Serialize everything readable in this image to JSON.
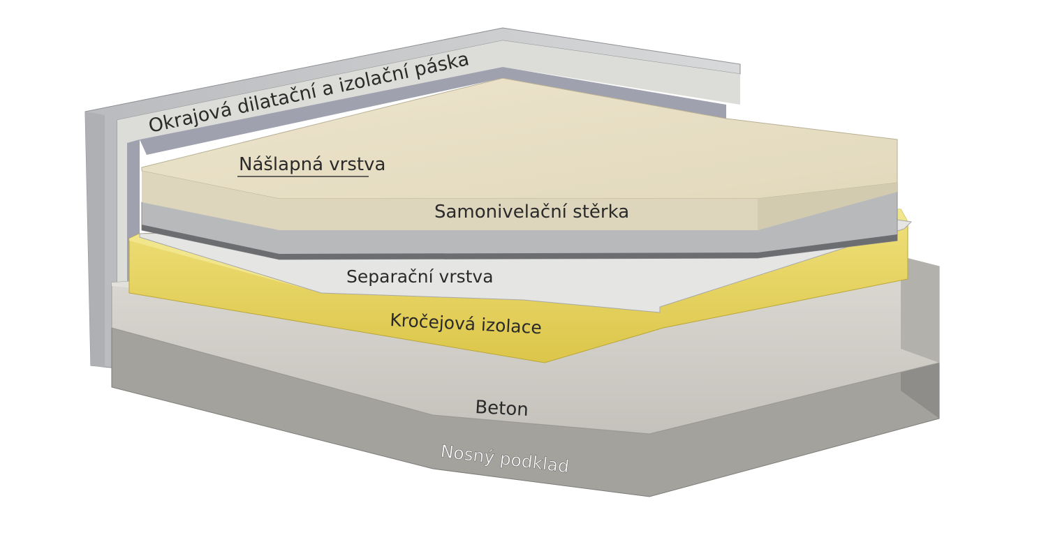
{
  "diagram": {
    "type": "floor-layer-cross-section",
    "labels": {
      "edge_strip": "Okrajová  dilatační a izolační páska",
      "top_layer": "Nášlapná vrstva",
      "leveling": "Samonivelační stěrka",
      "separation": "Separační vrstva",
      "impact_insulation": "Kročejová izolace",
      "concrete": "Beton",
      "substrate": "Nosný podklad"
    },
    "layers_top_to_bottom": [
      "Nášlapná vrstva",
      "Samonivelační stěrka",
      "Separační vrstva",
      "Kročejová izolace",
      "Beton",
      "Nosný podklad"
    ],
    "colors": {
      "top_layer": "#e8e0c8",
      "leveling": "#b8b9bb",
      "separation": "#e4e4e4",
      "insulation": "#e6d25a",
      "concrete": "#cfcdc6",
      "substrate": "#a4a29d",
      "wall": "#c6c7c9",
      "edge_strip": "#9fa2ae",
      "text": "#2a2a2a",
      "text_light": "#ffffff"
    }
  }
}
